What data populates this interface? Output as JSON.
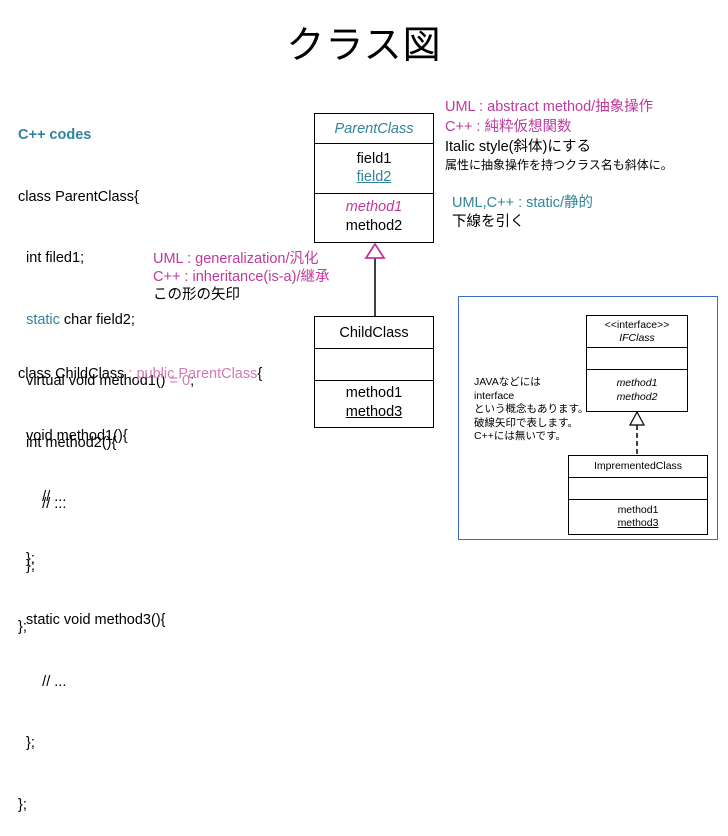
{
  "title": "クラス図",
  "code_parent": {
    "header": "C++ codes",
    "lines": [
      "class ParentClass{",
      "  int filed1;",
      "  static char field2;",
      "  virtual void method1() = 0;",
      "  int method2(){",
      "      // ...",
      "  };",
      "};"
    ],
    "static_kw": "static",
    "static_rest": " char field2;",
    "virtual_pre": "virtual void method1() ",
    "virtual_eq": "= 0",
    "virtual_end": ";"
  },
  "code_child": {
    "line1_pre": "class ChildClass ",
    "line1_kw": ": public ParentClass",
    "line1_end": "{",
    "lines": [
      "  void method1(){",
      "      // ...",
      "  };",
      "  static void method3(){",
      "      // ...",
      "  };",
      "};"
    ]
  },
  "parent_class": {
    "name": "ParentClass",
    "field1": "field1",
    "field2": "field2",
    "method1": "method1",
    "method2": "method2"
  },
  "child_class": {
    "name": "ChildClass",
    "method1": "method1",
    "method3": "method3"
  },
  "notes": {
    "abstract_l1": "UML : abstract method/抽象操作",
    "abstract_l2": "C++ : 純粋仮想関数",
    "abstract_l3": "Italic style(斜体)にする",
    "abstract_l4": "属性に抽象操作を持つクラス名も斜体に。",
    "static_l1": "UML,C++ : static/静的",
    "static_l2": "下線を引く",
    "general_l1": "UML : generalization/汎化",
    "general_l2": "C++ : inheritance(is-a)/継承",
    "general_l3": "この形の矢印"
  },
  "interface_panel": {
    "stereotype": "<<interface>>",
    "name": "IFClass",
    "method1": "method1",
    "method2": "method2",
    "impl_name": "ImprementedClass",
    "impl_method1": "method1",
    "impl_method3": "method3",
    "note_lines": [
      "JAVAなどには",
      "interface",
      "という概念もあります。",
      "破線矢印で表します。",
      "C++には無いです。"
    ]
  },
  "colors": {
    "teal": "#31849b",
    "magenta": "#c0399c",
    "accent": "#d07bb4",
    "panel_border": "#3d6cc4"
  }
}
